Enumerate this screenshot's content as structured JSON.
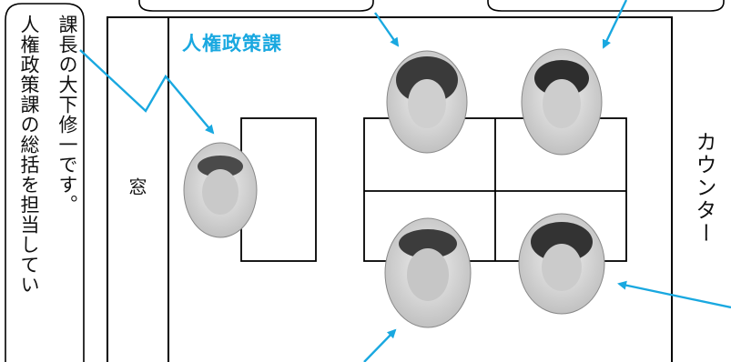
{
  "department_title": "人権政策課",
  "window_label": "窓",
  "counter_label": "カウンター",
  "callout_left": {
    "line1": "課長の大下修一です。",
    "line2": "人権政策課の総括を担当してい"
  },
  "staff_photos": [
    "manager",
    "staff-top-left",
    "staff-top-right",
    "staff-bottom-left",
    "staff-bottom-right"
  ],
  "colors": {
    "accent": "#19a8e0",
    "line": "#000000",
    "photo_bg": "#d9d9d9"
  }
}
